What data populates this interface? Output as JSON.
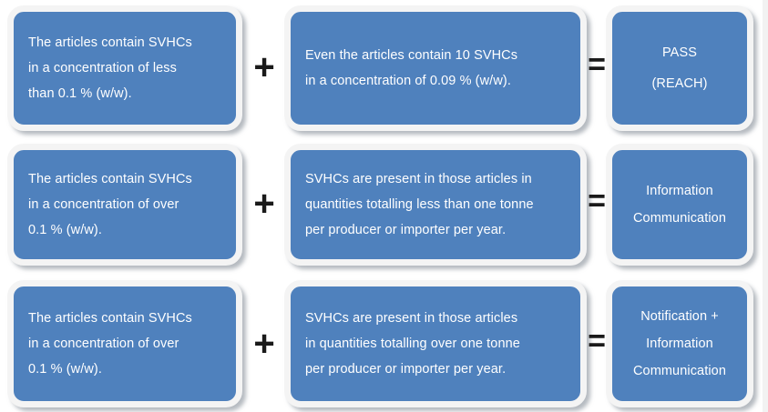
{
  "diagram": {
    "title": "REACH SVHC article obligations decision chart",
    "colors": {
      "box_fill": "#4f81bd",
      "box_halo": "#f4f4f4",
      "box_text": "#ffffff",
      "operator": "#1a1a1a",
      "background": "#ffffff"
    },
    "operators": {
      "plus": "+",
      "equals": "="
    },
    "rows": [
      {
        "id": "row-1",
        "condition": {
          "lines": [
            "The articles contain SVHCs",
            "in a concentration of less",
            "than 0.1 % (w/w)."
          ]
        },
        "operator_1": "+",
        "quantity": {
          "lines": [
            "Even the articles contain 10 SVHCs",
            "in a concentration of 0.09 % (w/w)."
          ]
        },
        "operator_2": "=",
        "outcome": {
          "lines": [
            "PASS",
            "(REACH)"
          ]
        }
      },
      {
        "id": "row-2",
        "condition": {
          "lines": [
            "The articles contain SVHCs",
            "in a concentration of over",
            "0.1 % (w/w)."
          ]
        },
        "operator_1": "+",
        "quantity": {
          "lines": [
            "SVHCs are present in those articles in",
            "quantities totalling less than one tonne",
            "per producer or importer per year."
          ]
        },
        "operator_2": "=",
        "outcome": {
          "lines": [
            "Information",
            "Communication"
          ]
        }
      },
      {
        "id": "row-3",
        "condition": {
          "lines": [
            "The articles contain SVHCs",
            "in a concentration of over",
            "0.1 % (w/w)."
          ]
        },
        "operator_1": "+",
        "quantity": {
          "lines": [
            "SVHCs are present in those articles",
            "in quantities totalling over one tonne",
            "per producer or importer per year."
          ]
        },
        "operator_2": "=",
        "outcome": {
          "lines": [
            "Notification +",
            "Information",
            "Communication"
          ]
        }
      }
    ]
  }
}
